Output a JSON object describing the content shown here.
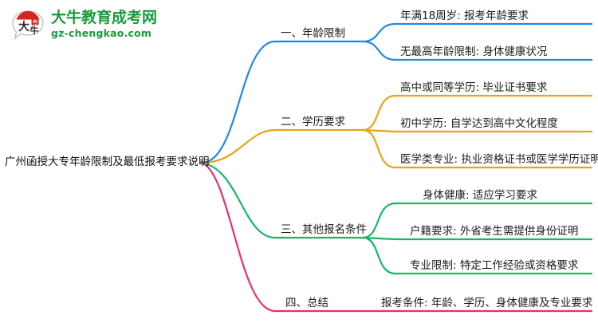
{
  "logo": {
    "mark_text": "大牛",
    "title": "大牛教育成考网",
    "subtitle": "gz-chengkao.com",
    "brand_color": "#1a9c3c",
    "mark_color": "#d9231f"
  },
  "mindmap": {
    "root": {
      "label": "广州函授大专年龄限制及最低报考要求说明"
    },
    "branches": [
      {
        "label": "一、年龄限制",
        "color": "#1f8ae5",
        "children": [
          {
            "label": "年满18周岁: 报考年龄要求"
          },
          {
            "label": "无最高年龄限制: 身体健康状况"
          }
        ]
      },
      {
        "label": "二、学历要求",
        "color": "#e8a317",
        "children": [
          {
            "label": "高中或同等学历: 毕业证书要求"
          },
          {
            "label": "初中学历: 自学达到高中文化程度"
          },
          {
            "label": "医学类专业: 执业资格证书或医学学历证明"
          }
        ]
      },
      {
        "label": "三、其他报名条件",
        "color": "#16b866",
        "children": [
          {
            "label": "身体健康: 适应学习要求"
          },
          {
            "label": "户籍要求: 外省考生需提供身份证明"
          },
          {
            "label": "专业限制: 特定工作经验或资格要求"
          }
        ]
      },
      {
        "label": "四、总结",
        "color": "#ee2a78",
        "children": [
          {
            "label": "报考条件: 年龄、学历、身体健康及专业要求"
          }
        ]
      }
    ]
  }
}
